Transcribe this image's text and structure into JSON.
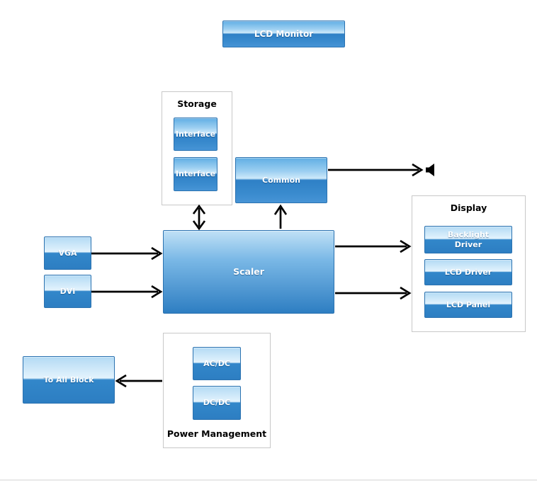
{
  "diagram": {
    "title": "LCD Monitor block diagram",
    "blocks": {
      "lcd_monitor": "LCD Monitor",
      "interface_1": "Interface",
      "interface_2": "Interface",
      "common": "Common",
      "scaler": "Scaler",
      "vga": "VGA",
      "dvi": "DVI",
      "backlight_driver": "Backlight\nDriver",
      "lcd_driver": "LCD Driver",
      "lcd_panel": "LCD Panel",
      "to_all_block": "To All Block",
      "ac_dc": "AC/DC",
      "dc_dc": "DC/DC"
    },
    "groups": {
      "storage": {
        "label": "Storage"
      },
      "display": {
        "label": "Display"
      },
      "power": {
        "label": "Power Management"
      }
    },
    "icons": {
      "speaker": "speaker-icon"
    },
    "colors": {
      "block_border": "#2b72b0",
      "gloss_top": "#60aee4",
      "gloss_light": "#cde9fa",
      "gloss_dark": "#2e80c6",
      "group_border": "#c8c8c8",
      "arrow": "#000000",
      "divider": "#e8e8e8",
      "background": "#ffffff"
    }
  }
}
